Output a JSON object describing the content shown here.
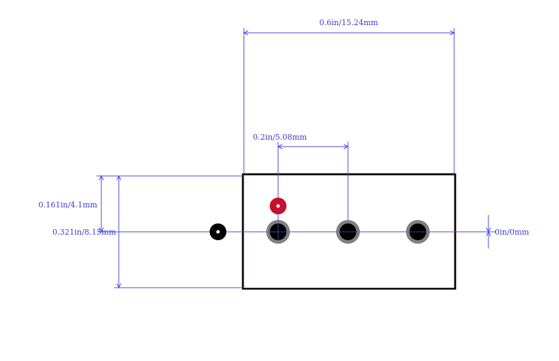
{
  "dimensions": {
    "width_total": "0.6in/15.24mm",
    "pitch": "0.2in/5.08mm",
    "height_half": "0.161in/4.1mm",
    "height_total": "0.321in/8.15mm",
    "offset": "0in/0mm"
  },
  "colors": {
    "dimension": "#4a4ae0",
    "outline": "#000000",
    "outline_inner": "#e0a0a0",
    "pad_ring": "#808080",
    "pad_hole": "#000000",
    "marker_red": "#c8102e",
    "marker_black": "#000000"
  }
}
